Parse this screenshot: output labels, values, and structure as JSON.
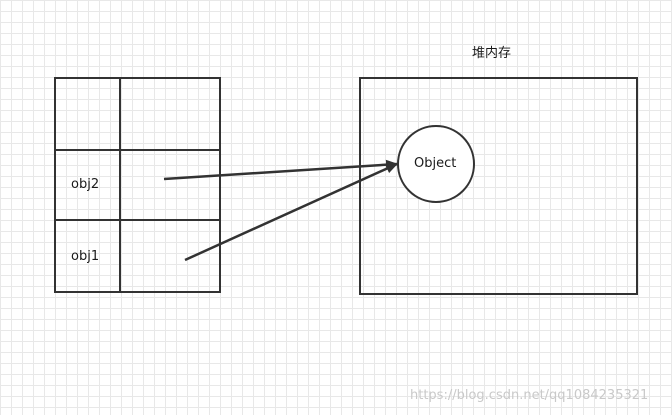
{
  "heap": {
    "title": "堆内存",
    "object_label": "Object"
  },
  "stack": {
    "rows": [
      {
        "name": ""
      },
      {
        "name": "obj2"
      },
      {
        "name": "obj1"
      }
    ]
  },
  "watermark": "https://blog.csdn.net/qq1084235321",
  "colors": {
    "stroke": "#333333",
    "grid": "#e8e8e8",
    "watermark": "#c9c9c9"
  }
}
